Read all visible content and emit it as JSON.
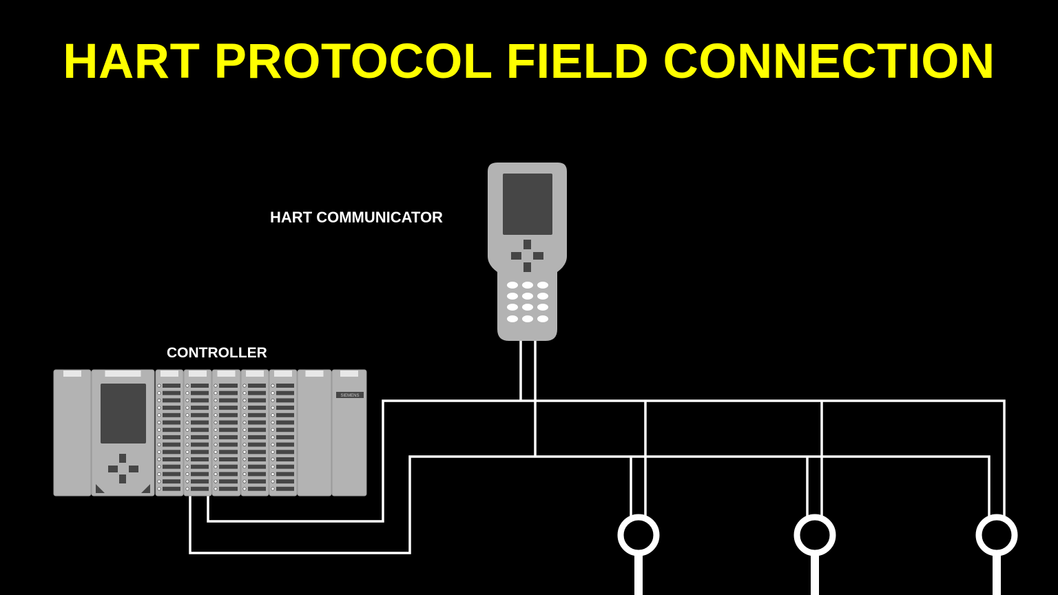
{
  "title": "HART PROTOCOL FIELD CONNECTION",
  "labels": {
    "communicator": "HART COMMUNICATOR",
    "controller": "CONTROLLER"
  },
  "controller_brand": "SIEMENS",
  "colors": {
    "background": "#000000",
    "title": "#ffff00",
    "device_body": "#b3b3b3",
    "device_detail": "#464646",
    "wire": "#ffffff"
  }
}
